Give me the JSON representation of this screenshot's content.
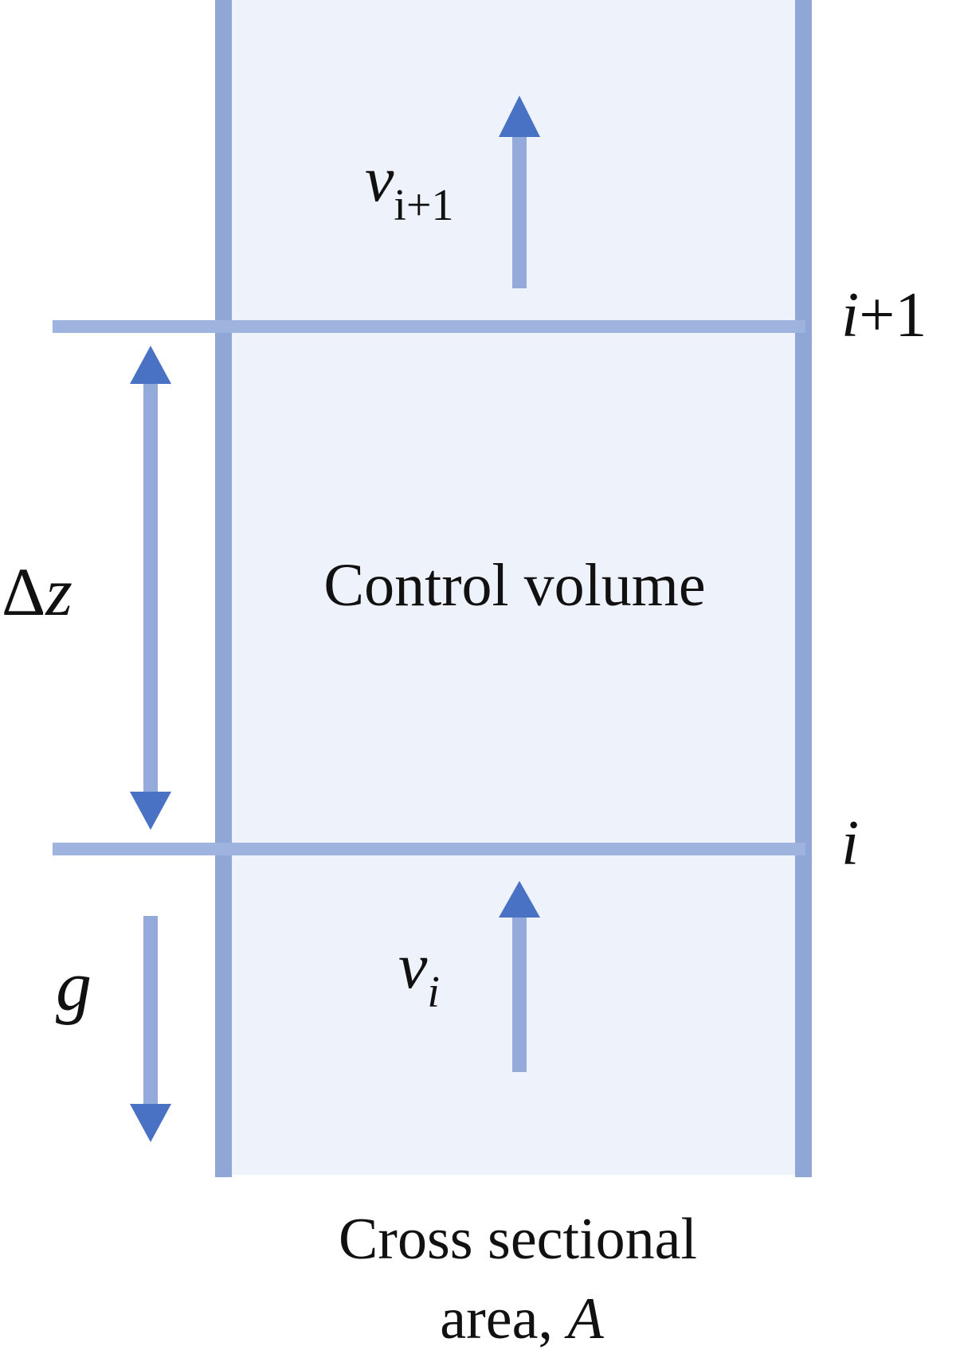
{
  "labels": {
    "v_upper_base": "v",
    "v_upper_sub": "i+1",
    "interface_upper_var": "i",
    "interface_upper_suffix": "+1",
    "interface_lower": "i",
    "delta": "Δ",
    "delta_var": "z",
    "control_volume": "Control volume",
    "v_lower_base": "v",
    "v_lower_sub": "i",
    "gravity": "g",
    "cross_section_line1": "Cross sectional",
    "cross_section_line2_prefix": "area, ",
    "cross_section_line2_var": "A"
  },
  "colors": {
    "pipe_fill": "#eef2fa",
    "wall": "#8fa6d6",
    "interface_line": "#9fb3df",
    "arrow_shaft": "#94aadb",
    "arrow_head": "#4a72c4"
  }
}
